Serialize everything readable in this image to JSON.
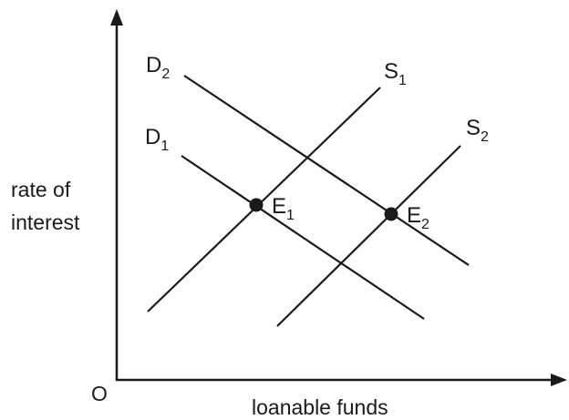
{
  "diagram": {
    "origin_label": "O",
    "x_axis_label": "loanable funds",
    "y_axis_label_line1": "rate of",
    "y_axis_label_line2": "interest",
    "curves": {
      "d1": {
        "letter": "D",
        "sub": "1"
      },
      "d2": {
        "letter": "D",
        "sub": "2"
      },
      "s1": {
        "letter": "S",
        "sub": "1"
      },
      "s2": {
        "letter": "S",
        "sub": "2"
      }
    },
    "points": {
      "e1": {
        "letter": "E",
        "sub": "1"
      },
      "e2": {
        "letter": "E",
        "sub": "2"
      }
    },
    "colors": {
      "line": "#1a1a1a",
      "background": "#ffffff"
    }
  }
}
